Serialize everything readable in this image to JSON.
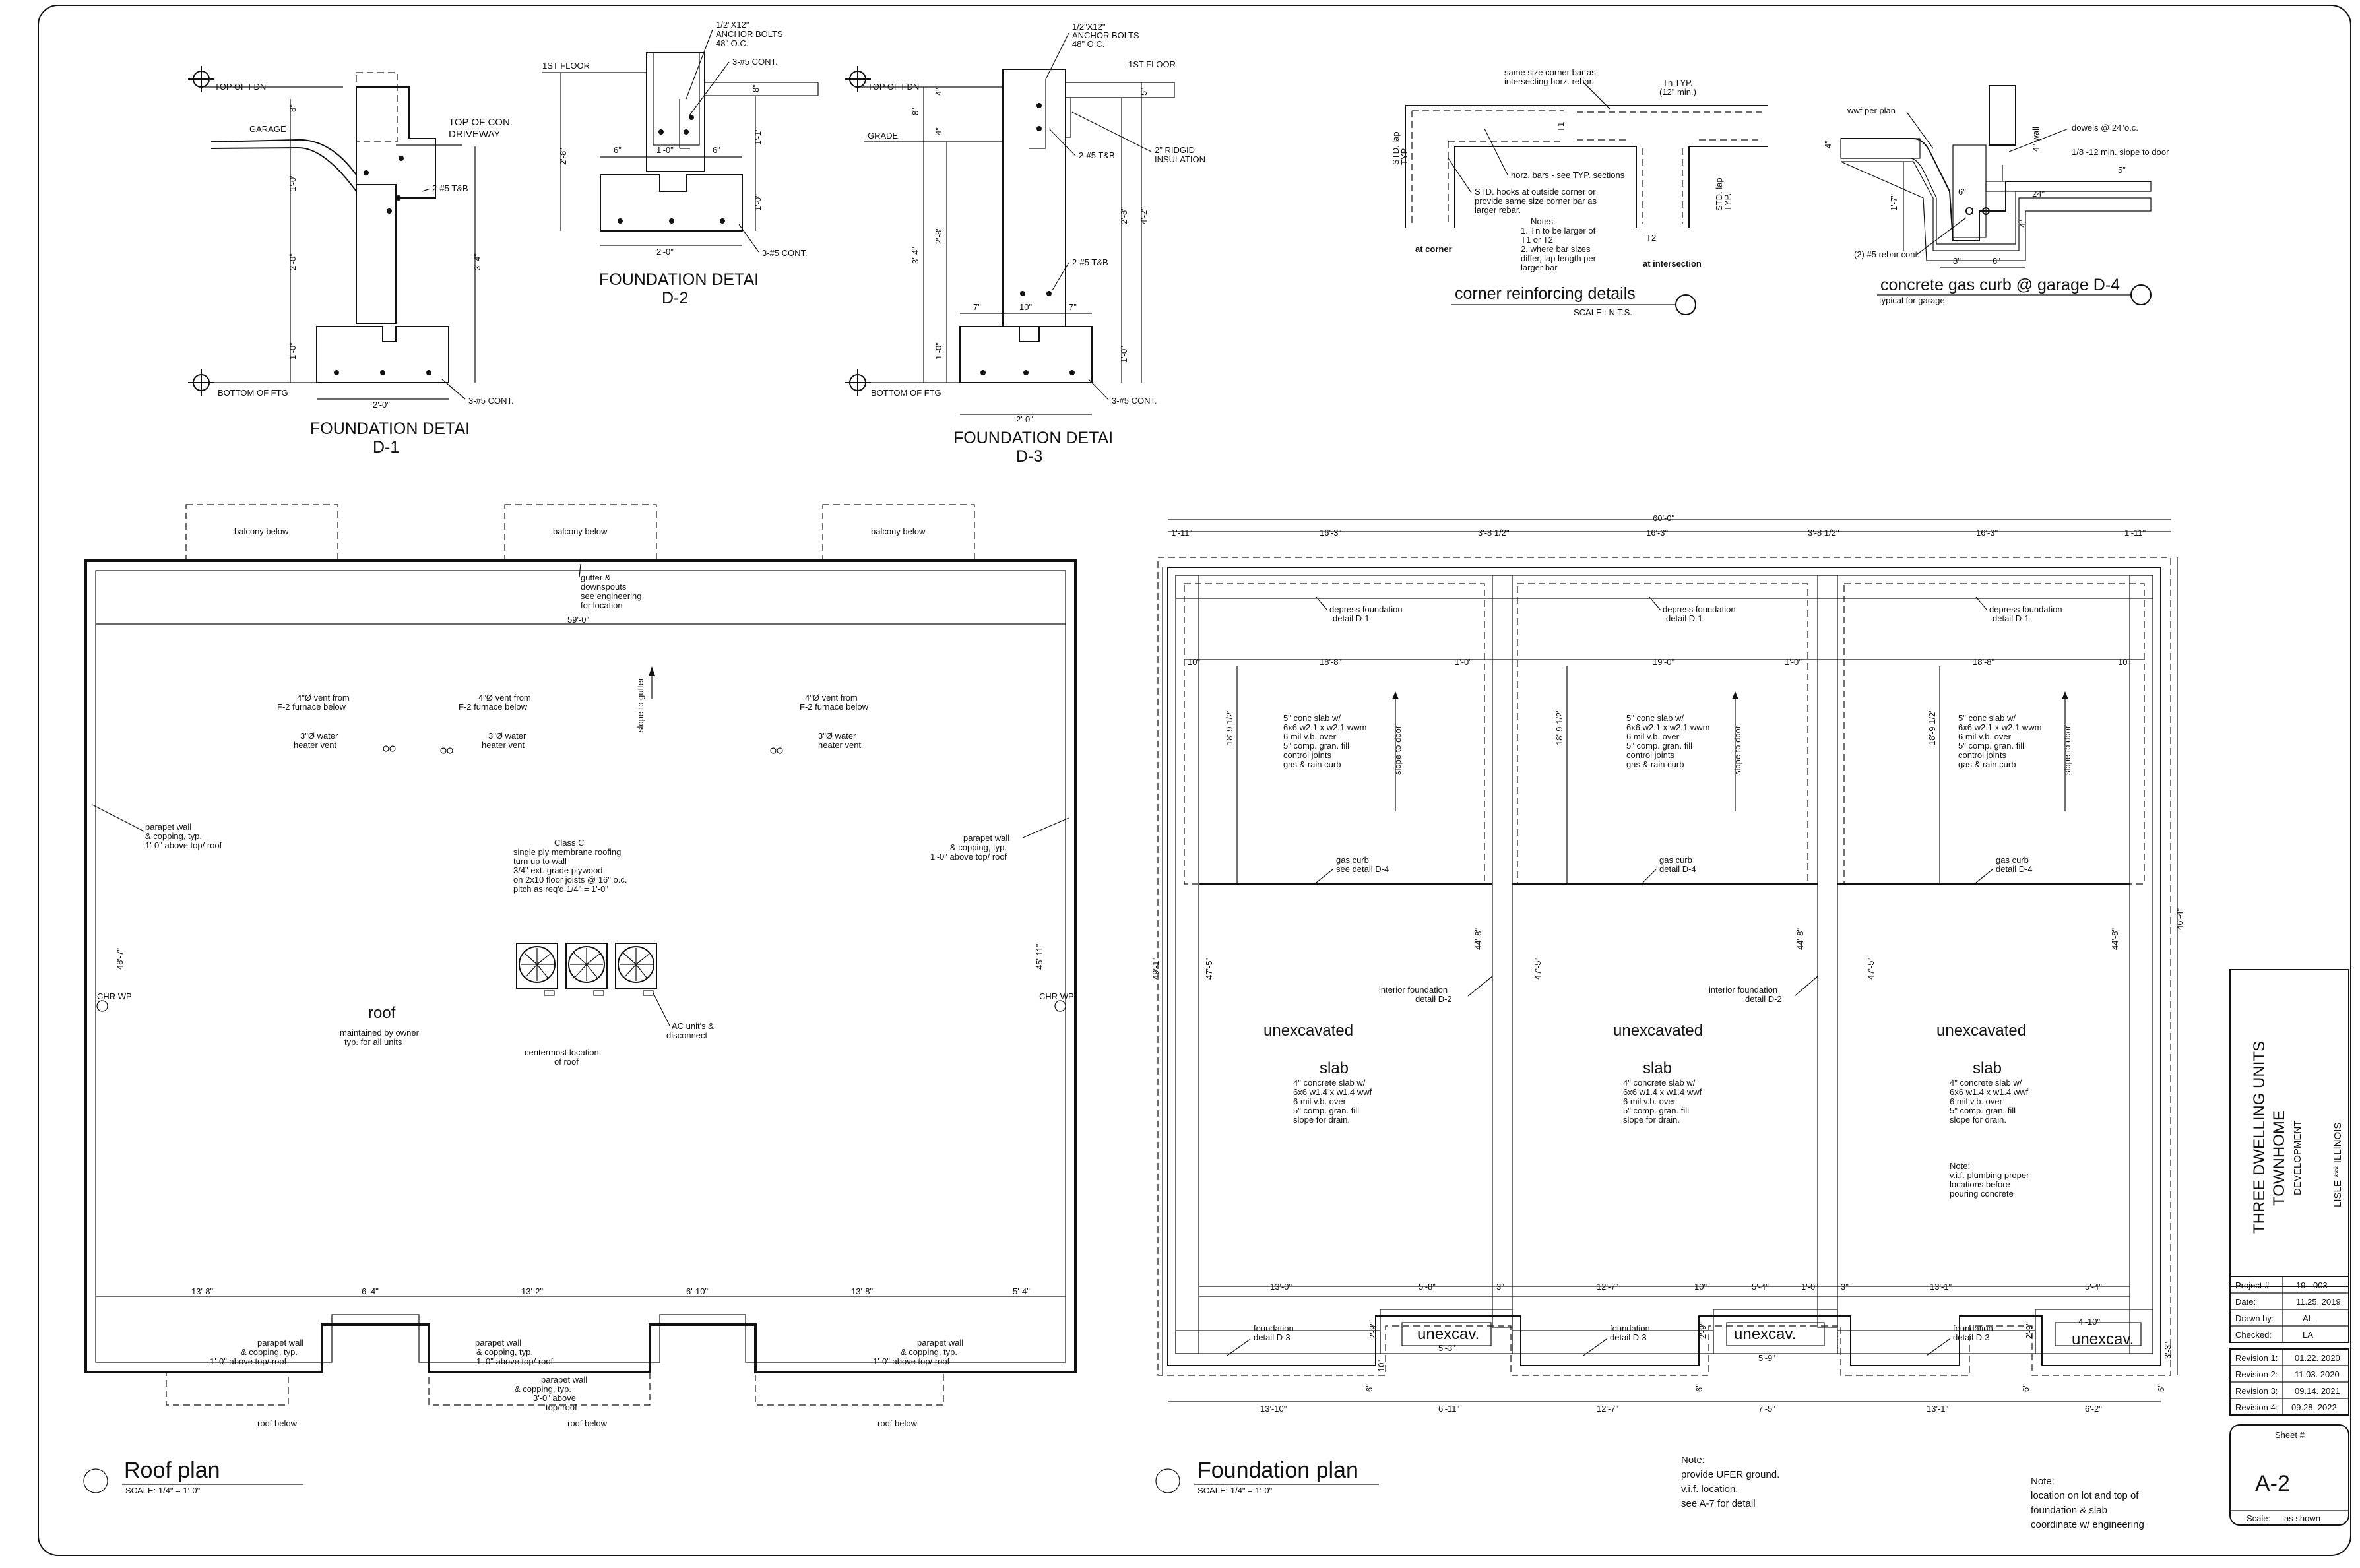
{
  "details": {
    "d1": {
      "title": "FOUNDATION DETAI",
      "code": "D-1",
      "labels": [
        "TOP OF FDN",
        "GARAGE",
        "TOP OF CON.",
        "DRIVEWAY",
        "2-#5  T&B",
        "BOTTOM  OF FTG",
        "3-#5 CONT."
      ],
      "dims": [
        "8\"",
        "1'-0\"",
        "2'-0\"",
        "3'-4\"",
        "1'-0\"",
        "2'-0\""
      ]
    },
    "d2": {
      "title": "FOUNDATION DETAI",
      "code": "D-2",
      "labels": [
        "1ST FLOOR",
        "1/2\"X12\"",
        "ANCHOR BOLTS",
        "48\" O.C.",
        "3-#5 CONT.",
        "3-#5 CONT."
      ],
      "dims": [
        "6\"",
        "1'-0\"",
        "6\"",
        "2'-0\"",
        "2'-8\"",
        "1'-1\"",
        "1'-0\"",
        "8\""
      ]
    },
    "d3": {
      "title": "FOUNDATION DETAI",
      "code": "D-3",
      "labels": [
        "TOP OF FDN",
        "GRADE",
        "1/2\"X12\"",
        "ANCHOR BOLTS",
        "48\" O.C.",
        "1ST FLOOR",
        "2-#5 T&B",
        "2\" RIDGID",
        "INSULATION",
        "2-#5 T&B",
        "BOTTOM  OF FTG",
        "3-#5 CONT."
      ],
      "dims": [
        "8\"",
        "4\"",
        "4\"",
        "3'-4\"",
        "2'-8\"",
        "1'-0\"",
        "7\"",
        "10\"",
        "7\"",
        "2'-0\"",
        "2'-8\"",
        "4'-2\"",
        "1'-0\"",
        "5\""
      ]
    },
    "corner": {
      "title": "corner reinforcing details",
      "scale": "SCALE : N.T.S.",
      "labels": [
        "same size corner bar as",
        "intersecting horz. rebar.",
        "Tn TYP.",
        "(12\" min.)",
        "STD. lap",
        "TYP.",
        "T1",
        "horz. bars - see TYP. sections",
        "STD. hooks at outside corner or",
        "provide same size corner bar as",
        "larger rebar.",
        "Notes:",
        "1. Tn to be larger of",
        "T1 or T2",
        "2. where bar sizes",
        "differ, lap length per",
        "larger bar",
        "at corner",
        "T2",
        "at intersection",
        "STD. lap",
        "TYP."
      ]
    },
    "curb": {
      "title": "concrete gas curb @ garage D-4",
      "sub": "typical for garage",
      "labels": [
        "wwf per plan",
        "dowels @ 24\"o.c.",
        "4\" wall",
        "1/8 -12 min. slope to door",
        "1'-7\"",
        "6\"",
        "24\"",
        "5\"",
        "(2) #5 rebar cont.",
        "8\"",
        "8\"",
        "4\"",
        "4\""
      ]
    }
  },
  "roof": {
    "title": "Roof plan",
    "scale": "SCALE: 1/4\"  =  1'-0\"",
    "balcony": "balcony below",
    "gutter": [
      "gutter &",
      "downspouts",
      "see engineering",
      "for location"
    ],
    "overall_width": "59'-0\"",
    "slope": "slope to gutter",
    "vent_furnace": [
      "4\"Ø  vent from",
      "F-2 furnace below"
    ],
    "vent_water": [
      "3\"Ø  water",
      "heater vent"
    ],
    "parapet_side": [
      "parapet wall",
      "& copping,  typ.",
      "1'-0\" above top/ roof"
    ],
    "parapet_side_right": [
      "parapet wall",
      "& copping,  typ.",
      "1'-0\" above top/ roof"
    ],
    "roofing": [
      "Class C",
      "single ply membrane roofing",
      "turn up to wall",
      "3/4\" ext. grade plywood",
      "on 2x10 floor joists @ 16\" o.c.",
      "pitch as req'd 1/4\" = 1'-0\""
    ],
    "ac": [
      "AC unit's &",
      "disconnect"
    ],
    "centermost": [
      "centermost location",
      "of roof"
    ],
    "roof_label": "roof",
    "maintained": [
      "maintained by owner",
      "typ. for all units"
    ],
    "left_height": "48'-7\"",
    "right_height": "45'-11\"",
    "bottom_dims": [
      "13'-8\"",
      "6'-4\"",
      "13'-2\"",
      "6'-10\"",
      "13'-8\"",
      "5'-4\""
    ],
    "parapet_bottom": [
      "parapet wall",
      "& copping,  typ.",
      "1'-0\" above top/ roof"
    ],
    "parapet_mid": [
      "parapet wall",
      "& copping,  typ.",
      "3'-0\" above",
      "top/ roof"
    ],
    "roof_below": "roof below",
    "scupper": "CHR WP"
  },
  "foundation": {
    "title": "Foundation plan",
    "scale": "SCALE: 1/4\"  =  1'-0\"",
    "overall_width": "60'-0\"",
    "top_dims": [
      "1'-11\"",
      "16'-3\"",
      "3'-8 1/2\"",
      "16'-3\"",
      "3'-8 1/2\"",
      "16'-3\"",
      "1'-11\""
    ],
    "depress": [
      "depress foundation",
      "detail D-1"
    ],
    "inner_dims": [
      "10\"",
      "18'-8\"",
      "1'-0\"",
      "19'-0\"",
      "1'-0\"",
      "18'-8\"",
      "10\""
    ],
    "garage_depth": "18'-9 1/2\"",
    "slab_note": [
      "5\" conc slab w/",
      "6x6 w2.1 x w2.1 wwm",
      "6 mil v.b. over",
      "5\" comp. gran. fill",
      "control joints",
      "gas & rain curb"
    ],
    "slope_door": "slope to door",
    "gas_curb": [
      "gas curb",
      "see detail D-4"
    ],
    "gas_curb2": [
      "gas curb",
      "detail D-4"
    ],
    "interior_fdn": [
      "interior foundation",
      "detail D-2"
    ],
    "unexcavated": "unexcavated",
    "slab": "slab",
    "slab_spec": [
      "4\" concrete slab w/",
      "6x6 w1.4 x w1.4 wwf",
      "6 mil v.b. over",
      "5\" comp. gran. fill",
      "slope for drain."
    ],
    "plumb_note": [
      "Note:",
      "v.i.f. plumbing proper",
      "locations before",
      "pouring concrete"
    ],
    "left_dims": [
      "49'-1\"",
      "47'-5\""
    ],
    "mid_dims": [
      "47'-5\"",
      "44'-8\"",
      "47'-5\"",
      "44'-8\""
    ],
    "right_dims": [
      "46'-4\""
    ],
    "low_dims": [
      "13'-0\"",
      "5'-8\"",
      "3\"",
      "12'-7\"",
      "10\"",
      "5'-4\"",
      "1'-0\"",
      "3\"",
      "13'-1\"",
      "5'-4\""
    ],
    "fdn_d3": [
      "foundation",
      "detail D-3"
    ],
    "unexcav": "unexcav.",
    "pit_dims": [
      "5'-3\"",
      "5'-9\"",
      "4'-10\"",
      "2'-9\"",
      "2'-9\"",
      "2'-9\"",
      "10\"",
      "6\"",
      "6\"",
      "6\"",
      "3'-3\"",
      "6\""
    ],
    "bottom_dims": [
      "13'-10\"",
      "6'-11\"",
      "12'-7\"",
      "7'-5\"",
      "13'-1\"",
      "6'-2\""
    ]
  },
  "notes": {
    "ufer": [
      "Note:",
      "provide UFER ground.",
      "v.i.f. location.",
      "see A-7 for detail"
    ],
    "lot": [
      "Note:",
      "location on lot and top of",
      "foundation & slab",
      "coordinate w/ engineering"
    ]
  },
  "titleblock": {
    "project": [
      "THREE DWELLING UNITS",
      "TOWNHOME"
    ],
    "development": "DEVELOPMENT",
    "location": "LISLE *** ILLINOIS",
    "rows": [
      {
        "label": "Project #",
        "value": "19 - 003"
      },
      {
        "label": "Date:",
        "value": "11.25. 2019"
      },
      {
        "label": "Drawn by:",
        "value": "AL"
      },
      {
        "label": "Checked:",
        "value": "LA"
      }
    ],
    "revisions": [
      {
        "label": "Revision 1:",
        "value": "01.22. 2020"
      },
      {
        "label": "Revision 2:",
        "value": "11.03. 2020"
      },
      {
        "label": "Revision 3:",
        "value": "09.14. 2021"
      },
      {
        "label": "Revision 4:",
        "value": "09.28. 2022"
      }
    ],
    "sheet_label": "Sheet #",
    "sheet": "A-2",
    "scale_label": "Scale:",
    "scale_value": "as shown"
  }
}
